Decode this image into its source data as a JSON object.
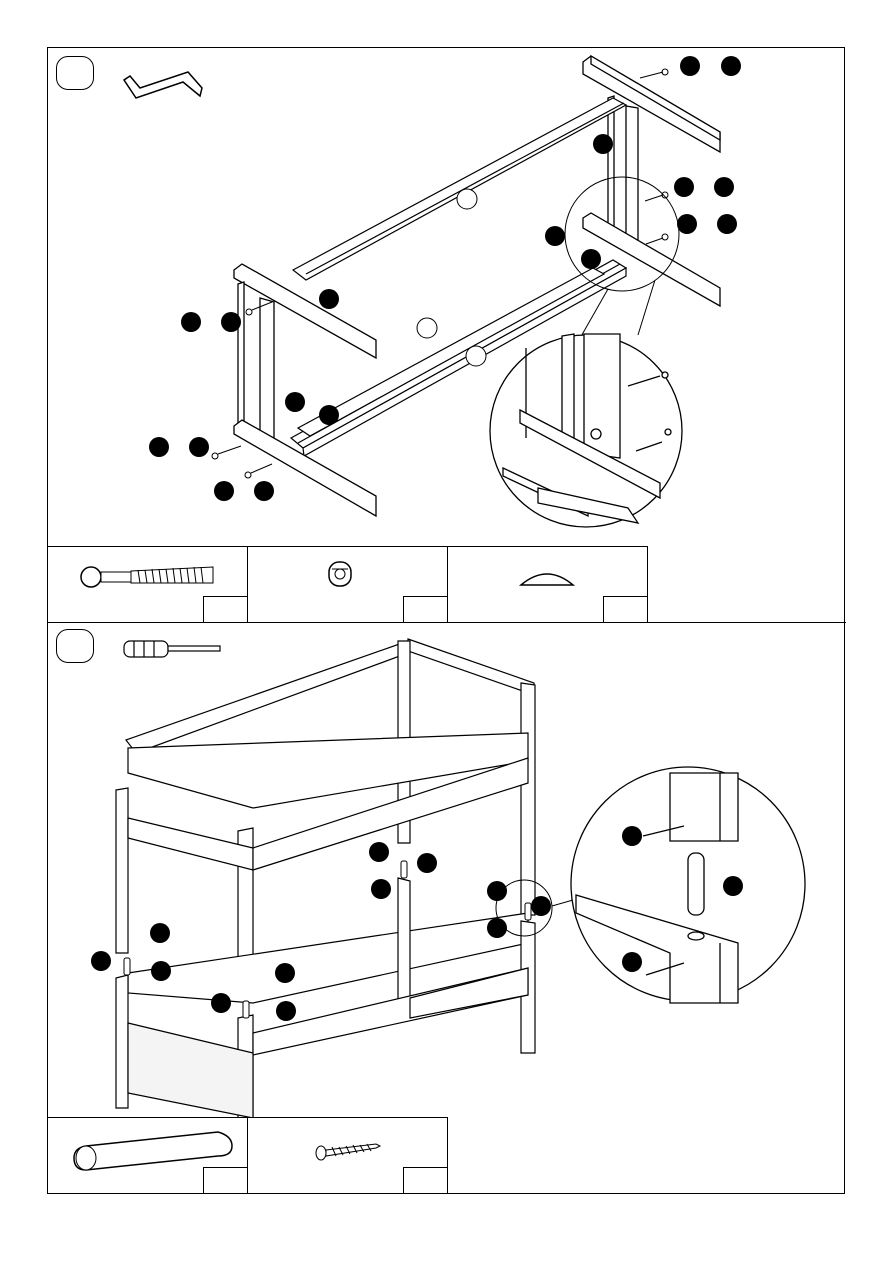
{
  "steps": [
    {
      "id": "step-1",
      "tool": "allen-key-icon",
      "parts": [
        {
          "name": "connector-bolt",
          "icon": "connector-bolt-icon",
          "qty": ""
        },
        {
          "name": "barrel-nut",
          "icon": "barrel-nut-icon",
          "qty": ""
        },
        {
          "name": "cap-cover",
          "icon": "cap-cover-icon",
          "qty": ""
        }
      ]
    },
    {
      "id": "step-2",
      "tool": "screwdriver-icon",
      "parts": [
        {
          "name": "wooden-dowel",
          "icon": "dowel-icon",
          "qty": ""
        },
        {
          "name": "wood-screw",
          "icon": "wood-screw-icon",
          "qty": ""
        }
      ]
    }
  ],
  "colors": {
    "line": "#000000",
    "paper": "#ffffff",
    "wood": "#f4f4f4"
  }
}
